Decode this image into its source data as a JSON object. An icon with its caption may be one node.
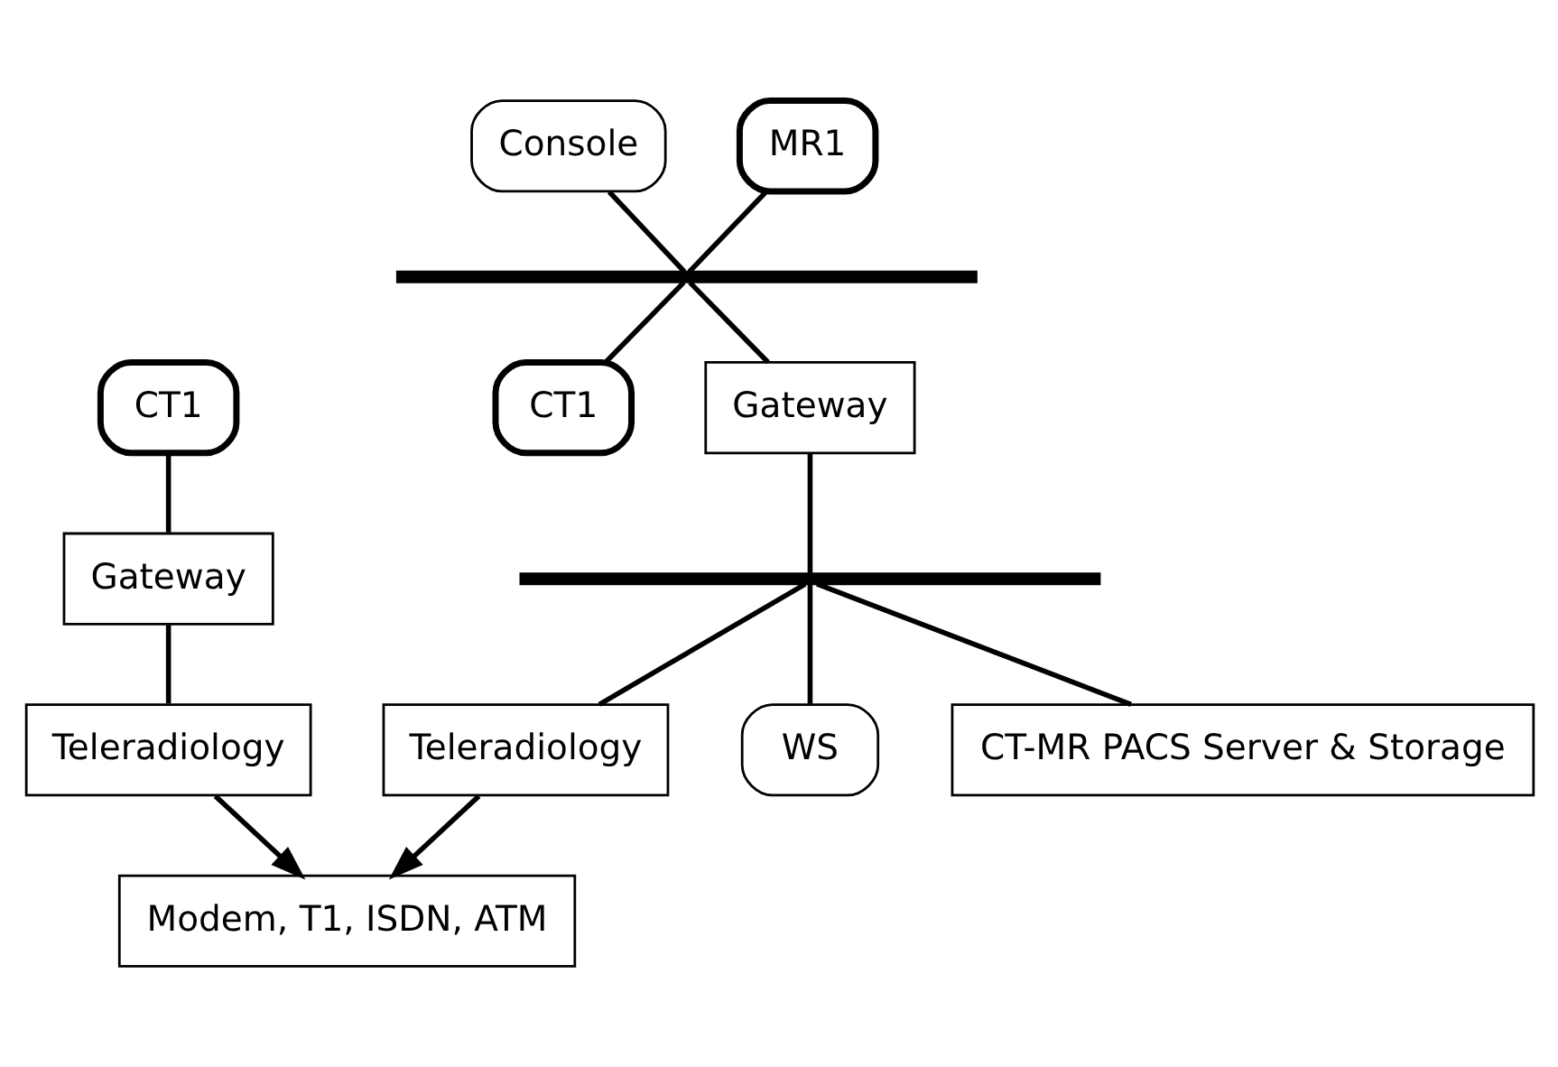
{
  "diagram": {
    "nodes": [
      {
        "text": [
          "CT1"
        ]
      },
      {
        "text": [
          "Gateway"
        ]
      },
      {
        "text": [
          "Teleradiology"
        ]
      },
      {
        "text": [
          "Console"
        ]
      },
      {
        "text": [
          "MR1"
        ]
      },
      {
        "text": [],
        "shape": "bar"
      },
      {
        "text": [
          "CT1"
        ]
      },
      {
        "text": [
          "Gateway"
        ]
      },
      {
        "text": [],
        "shape": "bar"
      },
      {
        "text": [
          "Teleradiology"
        ]
      },
      {
        "text": [
          "WS"
        ]
      },
      {
        "text": [
          "CT-MR PACS Server & Storage"
        ]
      },
      {
        "text": [
          "Modem, T1, ISDN, ATM"
        ]
      }
    ],
    "edges": [
      {
        "from": 0,
        "to": 1,
        "arrow": "none"
      },
      {
        "from": 1,
        "to": 2,
        "arrow": "none"
      },
      {
        "from": 3,
        "to": 5,
        "arrow": "none"
      },
      {
        "from": 4,
        "to": 5,
        "arrow": "none"
      },
      {
        "from": 5,
        "to": 6,
        "arrow": "none"
      },
      {
        "from": 5,
        "to": 7,
        "arrow": "none"
      },
      {
        "from": 7,
        "to": 8,
        "arrow": "none"
      },
      {
        "from": 8,
        "to": 9,
        "arrow": "none"
      },
      {
        "from": 8,
        "to": 11,
        "arrow": "none"
      },
      {
        "from": 8,
        "to": 10,
        "arrow": "none"
      },
      {
        "from": 2,
        "to": 12,
        "arrow": "to"
      },
      {
        "from": 9,
        "to": 12,
        "arrow": "to"
      }
    ]
  }
}
